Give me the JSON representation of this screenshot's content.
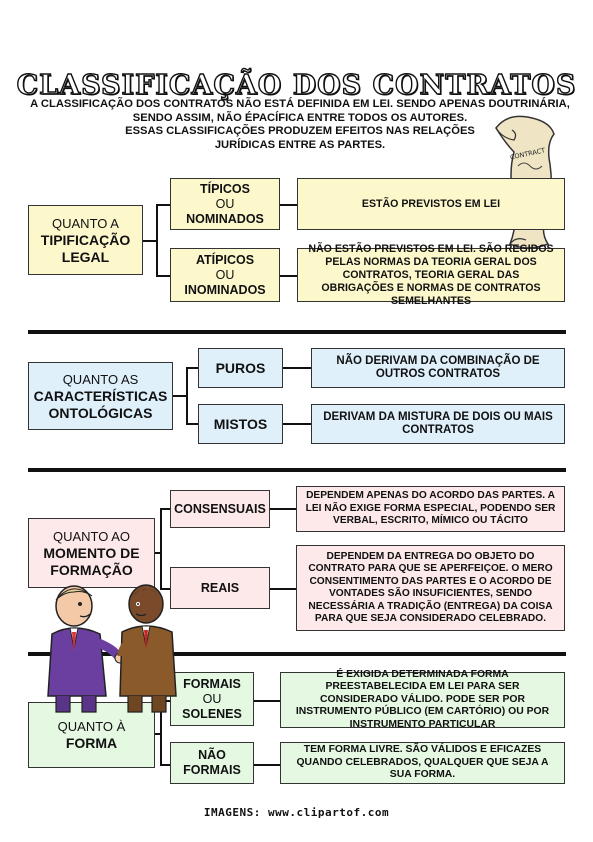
{
  "header": {
    "title": "CLASSIFICAÇÃO DOS CONTRATOS",
    "intro_lines": [
      "A CLASSIFICAÇÃO DOS CONTRATOS NÃO ESTÁ DEFINIDA EM LEI. SENDO APENAS DOUTRINÁRIA,",
      "SENDO ASSIM,  NÃO ÉPACÍFICA ENTRE  TODOS OS AUTORES.",
      "ESSAS CLASSIFICAÇÕES PRODUZEM EFEITOS NAS RELAÇÕES",
      "JURÍDICAS ENTRE AS PARTES."
    ],
    "scroll_label": "CONTRACT"
  },
  "sections": [
    {
      "category": {
        "line1": "QUANTO A",
        "line2": "TIPIFICAÇÃO",
        "line3": "LEGAL"
      },
      "items": [
        {
          "line1": "TÍPICOS",
          "line2": "OU",
          "line3": "NOMINADOS",
          "description": "ESTÃO PREVISTOS EM LEI"
        },
        {
          "line1": "ATÍPICOS",
          "line2": "OU",
          "line3": "INOMINADOS",
          "description": "NÃO ESTÃO PREVISTOS EM LEI. SÃO REGIDOS PELAS NORMAS DA TEORIA GERAL DOS CONTRATOS, TEORIA GERAL DAS OBRIGAÇÕES E NORMAS DE CONTRATOS SEMELHANTES"
        }
      ],
      "color": "#fdf8cc"
    },
    {
      "category": {
        "line1": "QUANTO AS",
        "line2": "CARACTERÍSTICAS",
        "line3": "ONTOLÓGICAS"
      },
      "items": [
        {
          "line1": "PUROS",
          "description": "NÃO DERIVAM DA COMBINAÇÃO DE OUTROS CONTRATOS"
        },
        {
          "line1": "MISTOS",
          "description": "DERIVAM DA MISTURA DE DOIS OU MAIS CONTRATOS"
        }
      ],
      "color": "#dff0fb"
    },
    {
      "category": {
        "line1": "QUANTO AO",
        "line2": "MOMENTO DE",
        "line3": "FORMAÇÃO"
      },
      "items": [
        {
          "line1": "CONSENSUAIS",
          "description": "DEPENDEM APENAS DO ACORDO DAS PARTES. A LEI NÃO EXIGE FORMA ESPECIAL, PODENDO SER VERBAL, ESCRITO, MÍMICO OU TÁCITO"
        },
        {
          "line1": "REAIS",
          "description": "DEPENDEM DA ENTREGA DO OBJETO DO CONTRATO PARA QUE SE APERFEIÇOE. O MERO CONSENTIMENTO DAS PARTES E O ACORDO DE VONTADES SÃO INSUFICIENTES, SENDO NECESSÁRIA A TRADIÇÃO (ENTREGA) DA COISA PARA QUE SEJA CONSIDERADO CELEBRADO."
        }
      ],
      "color": "#fde9ea"
    },
    {
      "category": {
        "line1": "QUANTO À",
        "line2": "FORMA"
      },
      "items": [
        {
          "line1": "FORMAIS",
          "line2": "OU",
          "line3": "SOLENES",
          "description": "É EXIGIDA DETERMINADA FORMA PREESTABELECIDA EM LEI PARA SER CONSIDERADO VÁLIDO. PODE SER POR INSTRUMENTO PÚBLICO (EM CARTÓRIO) OU POR INSTRUMENTO PARTICULAR"
        },
        {
          "line1": "NÃO",
          "line2": "FORMAIS",
          "description": "TEM FORMA LIVRE. SÃO VÁLIDOS E EFICAZES QUANDO CELEBRADOS, QUALQUER QUE SEJA A SUA FORMA."
        }
      ],
      "color": "#e4f8e2"
    }
  ],
  "footer": {
    "credit": "IMAGENS: www.clipartof.com"
  },
  "icons": {
    "scroll": "contract-scroll-icon",
    "people": "business-handshake-illustration"
  }
}
